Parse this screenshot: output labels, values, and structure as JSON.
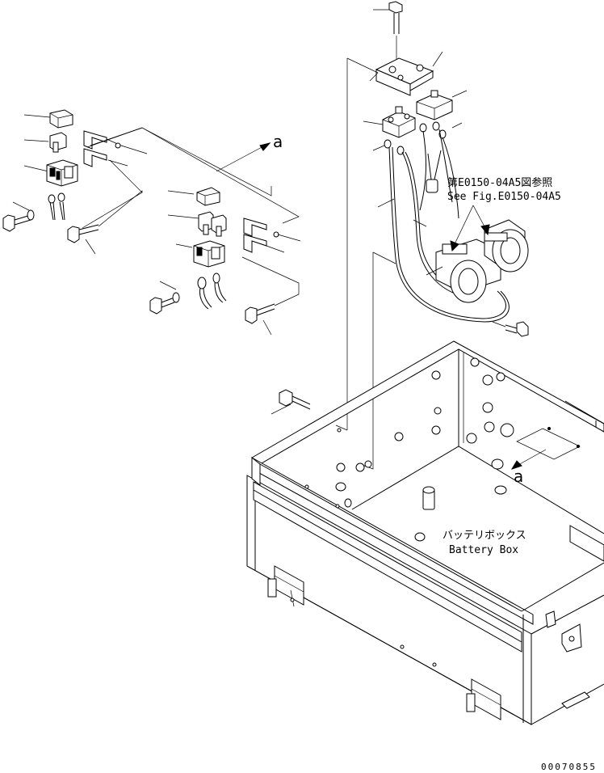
{
  "labels": {
    "ref_jp": "第E0150-04A5図参照",
    "ref_en": "See Fig.E0150-04A5",
    "box_jp": "バッテリボックス",
    "box_en": "Battery Box",
    "view_a_top": "a",
    "view_a_box": "a",
    "drawing_number": "00070855"
  }
}
